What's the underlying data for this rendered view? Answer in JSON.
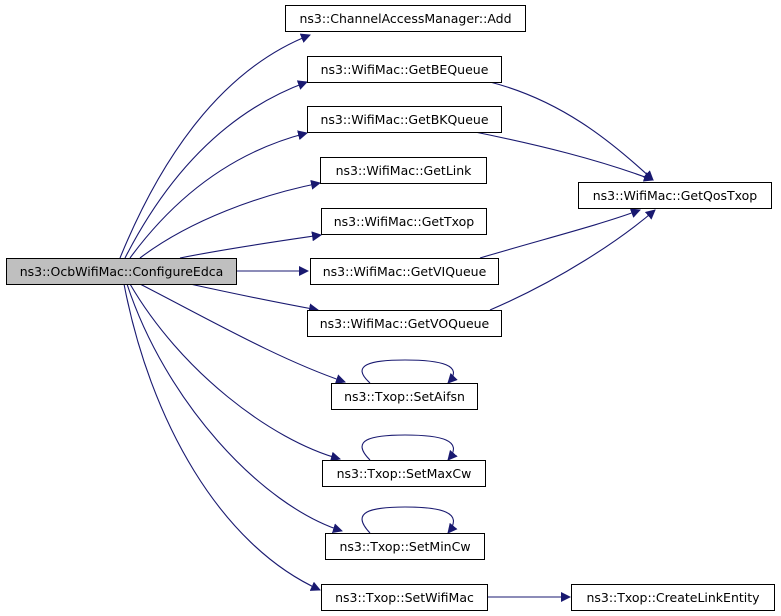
{
  "colors": {
    "edge": "#191970",
    "root_fill": "#bfbfbf",
    "node_fill": "#ffffff",
    "border": "#000000"
  },
  "nodes": {
    "configure_edca": "ns3::OcbWifiMac::ConfigureEdca",
    "channel_access_add": "ns3::ChannelAccessManager::Add",
    "get_be_queue": "ns3::WifiMac::GetBEQueue",
    "get_bk_queue": "ns3::WifiMac::GetBKQueue",
    "get_link": "ns3::WifiMac::GetLink",
    "get_txop": "ns3::WifiMac::GetTxop",
    "get_vi_queue": "ns3::WifiMac::GetVIQueue",
    "get_vo_queue": "ns3::WifiMac::GetVOQueue",
    "set_aifsn": "ns3::Txop::SetAifsn",
    "set_max_cw": "ns3::Txop::SetMaxCw",
    "set_min_cw": "ns3::Txop::SetMinCw",
    "set_wifi_mac": "ns3::Txop::SetWifiMac",
    "get_qos_txop": "ns3::WifiMac::GetQosTxop",
    "create_link_entity": "ns3::Txop::CreateLinkEntity"
  }
}
